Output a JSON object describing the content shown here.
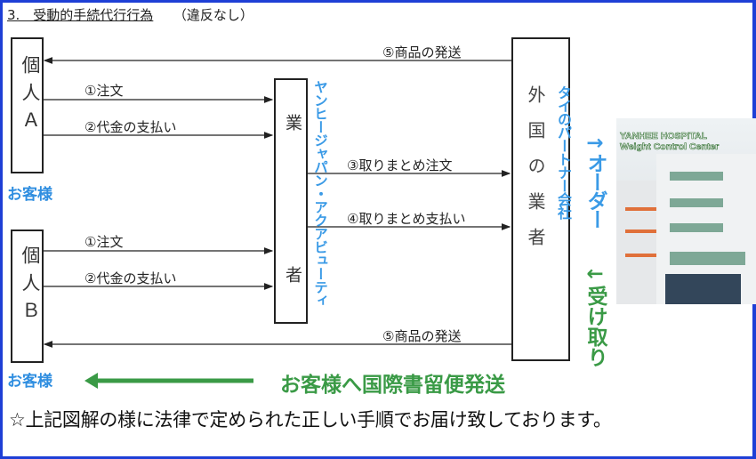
{
  "title": {
    "main": "3.　受動的手続代行行為",
    "note": "（違反なし）"
  },
  "individual_a": {
    "label": "個人Ａ",
    "customer": "お客様"
  },
  "individual_b": {
    "label": "個人Ｂ",
    "customer": "お客様"
  },
  "middle_agent": {
    "label": "業　　者",
    "company": "ヤンヒージャパン・アクアビューティ"
  },
  "foreign_agent": {
    "label": "外国の業者",
    "company": "タイのパートナー会社"
  },
  "arrows": {
    "ship_top": "⑤商品の発送",
    "order_a": "①注文",
    "pay_a": "②代金の支払い",
    "bulk_order": "③取りまとめ注文",
    "bulk_pay": "④取りまとめ支払い",
    "order_b": "①注文",
    "pay_b": "②代金の支払い",
    "ship_bottom": "⑤商品の発送"
  },
  "order_label": "→オーダー",
  "receive_label": "←受け取り",
  "hospital": {
    "line1": "YANHEE HOSPITAL",
    "line2": "Weight Control Center"
  },
  "shipping_banner": "お客様へ国際書留便発送",
  "footer": "☆上記図解の様に法律で定められた正しい手順でお届け致しております。",
  "colors": {
    "border": "#1e3fd6",
    "blue": "#3a9ae6",
    "green": "#3a9a46"
  }
}
